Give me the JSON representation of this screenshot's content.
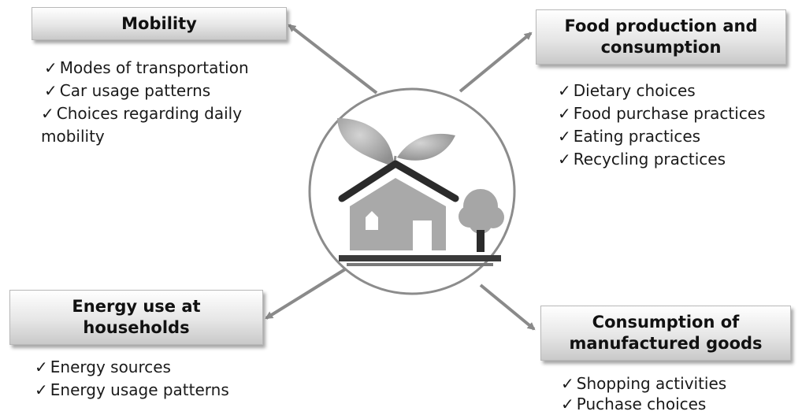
{
  "mobility": {
    "title": "Mobility",
    "items": [
      "Modes of transportation",
      "Car usage patterns",
      "Choices regarding daily mobility"
    ]
  },
  "food": {
    "title_line1": "Food production and",
    "title_line2": "consumption",
    "items": [
      "Dietary choices",
      "Food purchase practices",
      "Eating practices",
      "Recycling practices"
    ]
  },
  "energy": {
    "title_line1": "Energy use at",
    "title_line2": "households",
    "items": [
      "Energy sources",
      "Energy usage patterns"
    ]
  },
  "goods": {
    "title_line1": "Consumption of",
    "title_line2": "manufactured goods",
    "items": [
      "Shopping activities",
      "Puchase choices"
    ]
  },
  "check_glyph": "✓",
  "colors": {
    "arrow": "#8a8a8a",
    "circle_stroke": "#8c8c8c",
    "roof": "#2b2b2b",
    "house": "#a9a9a9",
    "ground": "#3a3a3a"
  },
  "icons": [
    "eco-house-icon",
    "leaf-icon",
    "tree-icon"
  ]
}
